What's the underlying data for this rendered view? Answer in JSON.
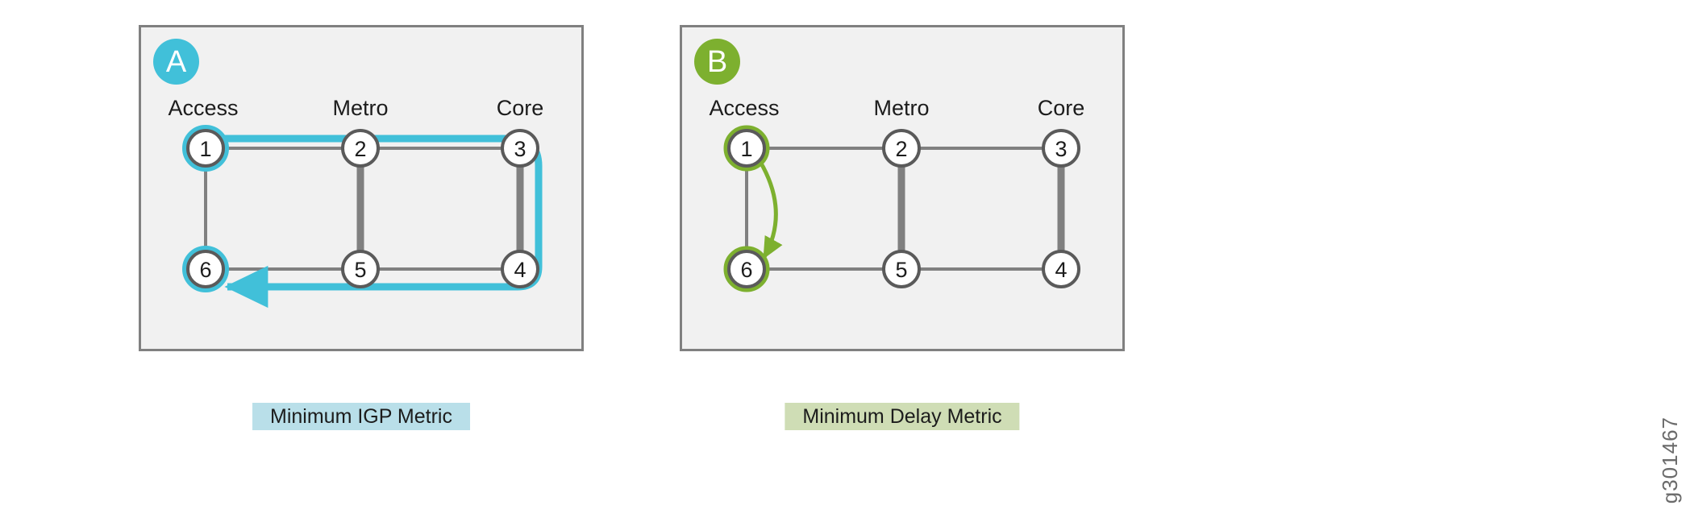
{
  "figure": {
    "watermark": "g301467",
    "background": "#ffffff",
    "panel_fill": "#f1f1f1",
    "panel_border": "#808080"
  },
  "palette": {
    "cyan": "#41c0d9",
    "cyan_light": "#b9dfe9",
    "green": "#7db02f",
    "green_light": "#cfddb5",
    "link_gray": "#808080",
    "node_stroke": "#5a5a5a",
    "node_fill": "#ffffff",
    "text": "#1c1c1c"
  },
  "panels": [
    {
      "id": "A",
      "badge_label": "A",
      "badge_color": "#41c0d9",
      "column_labels": [
        "Access",
        "Metro",
        "Core"
      ],
      "legend": {
        "label": "Minimum IGP Metric",
        "background": "#b9dfe9"
      },
      "highlight_color": "#41c0d9",
      "nodes": [
        {
          "id": "1",
          "label": "1",
          "col": "Access",
          "row": "top",
          "highlighted": true
        },
        {
          "id": "2",
          "label": "2",
          "col": "Metro",
          "row": "top",
          "highlighted": false
        },
        {
          "id": "3",
          "label": "3",
          "col": "Core",
          "row": "top",
          "highlighted": false
        },
        {
          "id": "6",
          "label": "6",
          "col": "Access",
          "row": "bottom",
          "highlighted": true
        },
        {
          "id": "5",
          "label": "5",
          "col": "Metro",
          "row": "bottom",
          "highlighted": false
        },
        {
          "id": "4",
          "label": "4",
          "col": "Core",
          "row": "bottom",
          "highlighted": false
        }
      ],
      "links": [
        {
          "from": "1",
          "to": "2",
          "weight": "thin"
        },
        {
          "from": "2",
          "to": "3",
          "weight": "thin"
        },
        {
          "from": "1",
          "to": "6",
          "weight": "thin"
        },
        {
          "from": "2",
          "to": "5",
          "weight": "thick"
        },
        {
          "from": "3",
          "to": "4",
          "weight": "thick"
        },
        {
          "from": "6",
          "to": "5",
          "weight": "thin"
        },
        {
          "from": "5",
          "to": "4",
          "weight": "thin"
        }
      ],
      "path": {
        "name": "minimum-igp-metric-path",
        "route": [
          "1",
          "2",
          "3",
          "4",
          "5",
          "6"
        ],
        "direction": "1 to 6",
        "arrow_at": "6",
        "color": "#41c0d9",
        "style": "routed-overlay"
      }
    },
    {
      "id": "B",
      "badge_label": "B",
      "badge_color": "#7db02f",
      "column_labels": [
        "Access",
        "Metro",
        "Core"
      ],
      "legend": {
        "label": "Minimum Delay Metric",
        "background": "#cfddb5"
      },
      "highlight_color": "#7db02f",
      "nodes": [
        {
          "id": "1",
          "label": "1",
          "col": "Access",
          "row": "top",
          "highlighted": true
        },
        {
          "id": "2",
          "label": "2",
          "col": "Metro",
          "row": "top",
          "highlighted": false
        },
        {
          "id": "3",
          "label": "3",
          "col": "Core",
          "row": "top",
          "highlighted": false
        },
        {
          "id": "6",
          "label": "6",
          "col": "Access",
          "row": "bottom",
          "highlighted": true
        },
        {
          "id": "5",
          "label": "5",
          "col": "Metro",
          "row": "bottom",
          "highlighted": false
        },
        {
          "id": "4",
          "label": "4",
          "col": "Core",
          "row": "bottom",
          "highlighted": false
        }
      ],
      "links": [
        {
          "from": "1",
          "to": "2",
          "weight": "thin"
        },
        {
          "from": "2",
          "to": "3",
          "weight": "thin"
        },
        {
          "from": "1",
          "to": "6",
          "weight": "thin"
        },
        {
          "from": "2",
          "to": "5",
          "weight": "thick"
        },
        {
          "from": "3",
          "to": "4",
          "weight": "thick"
        },
        {
          "from": "6",
          "to": "5",
          "weight": "thin"
        },
        {
          "from": "5",
          "to": "4",
          "weight": "thin"
        }
      ],
      "path": {
        "name": "minimum-delay-metric-path",
        "route": [
          "1",
          "6"
        ],
        "direction": "1 to 6",
        "arrow_at": "6",
        "color": "#7db02f",
        "style": "curved-arc"
      }
    }
  ]
}
